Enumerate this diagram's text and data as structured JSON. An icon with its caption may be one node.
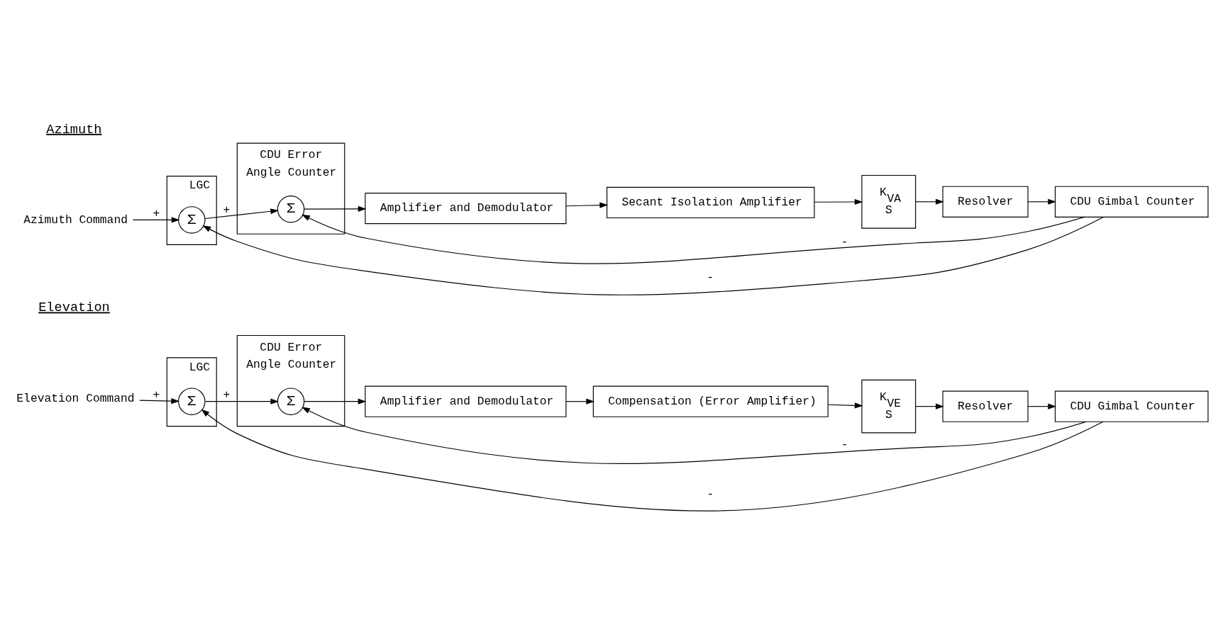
{
  "diagram": {
    "nodes": [
      {
        "text": [
          "Azimuth Command"
        ]
      },
      {
        "text": [
          "LGC"
        ]
      },
      {
        "text": [
          "Σ"
        ],
        "in": 1
      },
      {
        "text": [
          "CDU Error",
          "Angle Counter"
        ]
      },
      {
        "text": [
          "Σ"
        ],
        "in": 3
      },
      {
        "text": [
          "Amplifier and Demodulator"
        ]
      },
      {
        "text": [
          "Secant Isolation Amplifier"
        ]
      },
      {
        "text": [
          "K$_{VA}$",
          "S"
        ]
      },
      {
        "text": [
          "Resolver"
        ]
      },
      {
        "text": [
          "CDU Gimbal Counter"
        ]
      },
      {
        "text": [
          "Elevation Command"
        ]
      },
      {
        "text": [
          "LGC"
        ]
      },
      {
        "text": [
          "Σ"
        ],
        "in": 11
      },
      {
        "text": [
          "CDU Error",
          "Angle Counter"
        ]
      },
      {
        "text": [
          "Σ"
        ],
        "in": 13
      },
      {
        "text": [
          "Amplifier and Demodulator"
        ]
      },
      {
        "text": [
          "Compensation (Error Amplifier)"
        ]
      },
      {
        "text": [
          "K$_{VE}$",
          "S"
        ]
      },
      {
        "text": [
          "Resolver"
        ]
      },
      {
        "text": [
          "CDU Gimbal Counter"
        ]
      }
    ],
    "edges": [
      {
        "from": 0,
        "to": 2,
        "arrow": "to",
        "label": "+"
      },
      {
        "from": 2,
        "to": 4,
        "arrow": "to",
        "label": "+"
      },
      {
        "from": 4,
        "to": 5,
        "arrow": "to"
      },
      {
        "from": 5,
        "to": 6,
        "arrow": "to"
      },
      {
        "from": 6,
        "to": 7,
        "arrow": "to"
      },
      {
        "from": 7,
        "to": 8,
        "arrow": "to"
      },
      {
        "from": 8,
        "to": 9,
        "arrow": "to"
      },
      {
        "from": 9,
        "to": 4,
        "arrow": "to",
        "label": "-"
      },
      {
        "from": 9,
        "to": 2,
        "arrow": "to",
        "label": "-"
      },
      {
        "from": 10,
        "to": 12,
        "arrow": "to",
        "label": "+"
      },
      {
        "from": 12,
        "to": 14,
        "arrow": "to",
        "label": "+"
      },
      {
        "from": 14,
        "to": 15,
        "arrow": "to"
      },
      {
        "from": 15,
        "to": 16,
        "arrow": "to"
      },
      {
        "from": 16,
        "to": 17,
        "arrow": "to"
      },
      {
        "from": 17,
        "to": 18,
        "arrow": "to"
      },
      {
        "from": 18,
        "to": 19,
        "arrow": "to"
      },
      {
        "from": 19,
        "to": 14,
        "arrow": "to",
        "label": "-"
      },
      {
        "from": 19,
        "to": 12,
        "arrow": "to",
        "label": "-"
      }
    ],
    "labels": [
      "Azimuth",
      "Elevation"
    ]
  }
}
